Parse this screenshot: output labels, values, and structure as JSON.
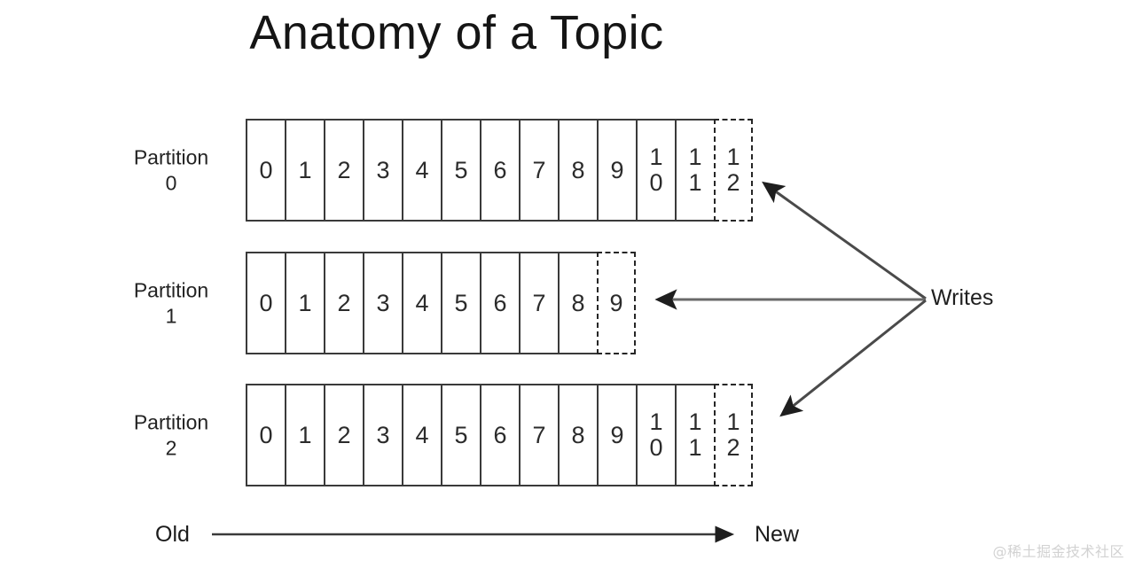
{
  "figure": {
    "title": "Anatomy of a Topic",
    "writes_label": "Writes",
    "axis": {
      "old_label": "Old",
      "new_label": "New"
    },
    "watermark": "@稀土掘金技术社区"
  },
  "partitions": [
    {
      "label_line1": "Partition",
      "label_line2": "0",
      "committed": [
        "0",
        "1",
        "2",
        "3",
        "4",
        "5",
        "6",
        "7",
        "8",
        "9",
        "10",
        "11"
      ],
      "pending": "12"
    },
    {
      "label_line1": "Partition",
      "label_line2": "1",
      "committed": [
        "0",
        "1",
        "2",
        "3",
        "4",
        "5",
        "6",
        "7",
        "8"
      ],
      "pending": "9"
    },
    {
      "label_line1": "Partition",
      "label_line2": "2",
      "committed": [
        "0",
        "1",
        "2",
        "3",
        "4",
        "5",
        "6",
        "7",
        "8",
        "9",
        "10",
        "11"
      ],
      "pending": "12"
    }
  ],
  "colors": {
    "background": "#ffffff",
    "stroke": "#3a3a3a",
    "text": "#1a1a1a",
    "watermark": "#d2d2d2"
  }
}
